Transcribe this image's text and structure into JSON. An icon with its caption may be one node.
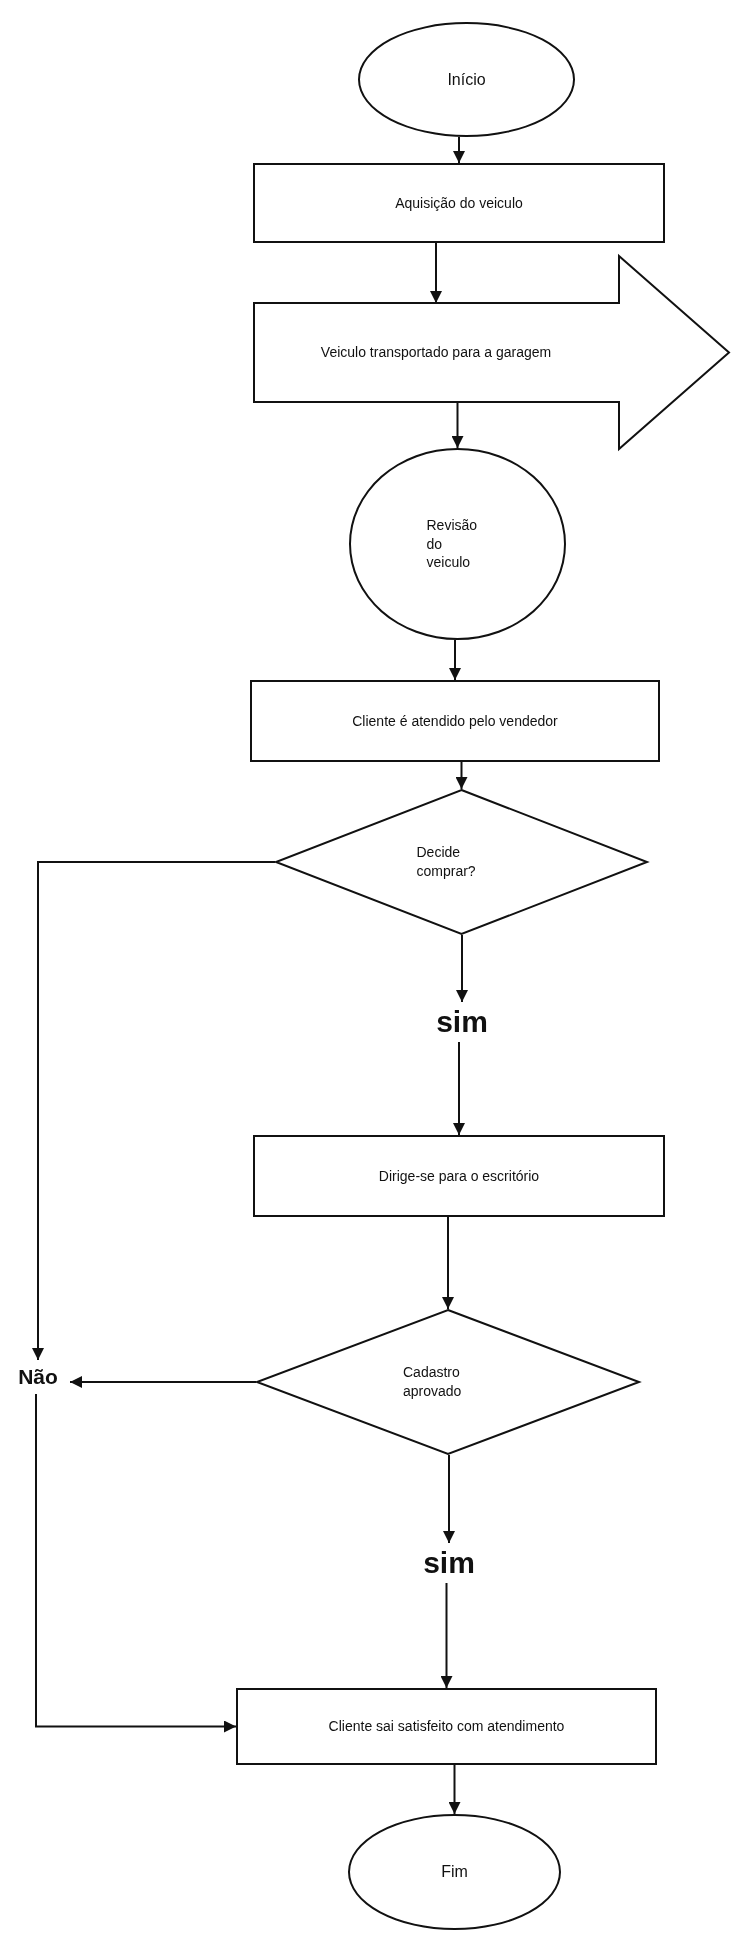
{
  "diagram": {
    "nodes": [
      {
        "text": [
          "Início"
        ]
      },
      {
        "text": [
          "Aquisição do veiculo"
        ]
      },
      {
        "text": [
          "Veiculo transportado para a garagem"
        ]
      },
      {
        "text": [
          "Revisão do veiculo"
        ]
      },
      {
        "text": [
          "Cliente é atendido pelo vendedor"
        ]
      },
      {
        "text": [
          "Decide comprar?"
        ]
      },
      {
        "text": [
          "sim"
        ]
      },
      {
        "text": [
          "Dirige-se para o escritório"
        ]
      },
      {
        "text": [
          "Cadastro aprovado"
        ]
      },
      {
        "text": [
          "Não"
        ]
      },
      {
        "text": [
          "sim"
        ]
      },
      {
        "text": [
          "Cliente sai satisfeito com atendimento"
        ]
      },
      {
        "text": [
          "Fim"
        ]
      }
    ],
    "edges": [
      {
        "from": 0,
        "to": 1,
        "arrow": "to"
      },
      {
        "from": 1,
        "to": 2,
        "arrow": "to"
      },
      {
        "from": 2,
        "to": 3,
        "arrow": "to"
      },
      {
        "from": 3,
        "to": 4,
        "arrow": "to"
      },
      {
        "from": 4,
        "to": 5,
        "arrow": "to"
      },
      {
        "from": 5,
        "to": 9,
        "arrow": "to"
      },
      {
        "from": 5,
        "to": 6,
        "arrow": "to"
      },
      {
        "from": 6,
        "to": 7,
        "arrow": "to"
      },
      {
        "from": 7,
        "to": 8,
        "arrow": "to"
      },
      {
        "from": 8,
        "to": 9,
        "arrow": "to"
      },
      {
        "from": 8,
        "to": 10,
        "arrow": "to"
      },
      {
        "from": 10,
        "to": 11,
        "arrow": "to"
      },
      {
        "from": 9,
        "to": 11,
        "arrow": "to"
      },
      {
        "from": 11,
        "to": 12,
        "arrow": "to"
      }
    ]
  }
}
